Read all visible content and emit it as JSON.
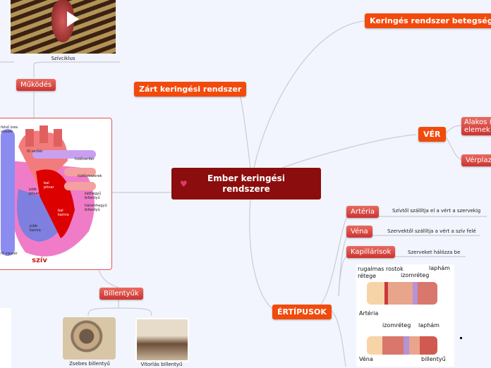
{
  "center": {
    "title": "Ember keringési rendszere",
    "icon": "heart-icon"
  },
  "topics": {
    "betegsegek": "Keringés rendszer betegségei",
    "zart": "Zárt keringési rendszer",
    "ver": "VÉR",
    "ertipusok": "ÉRTÍPUSOK"
  },
  "ver_children": [
    "Alakos ( elemek",
    "Vérplazm"
  ],
  "ertipusok_children": [
    {
      "label": "Artéria",
      "note": "Szívtől szállítja el a vért a szervekig"
    },
    {
      "label": "Véna",
      "note": "Szervektől szállítja a vért a szív felé"
    },
    {
      "label": "Kapillárisok",
      "note": "Szerveket hálózza be"
    }
  ],
  "vessel_image": {
    "artery_labels": [
      "rugalmas rostok rétege",
      "izomréteg",
      "laphám",
      "Artéria"
    ],
    "vein_labels": [
      "izomréteg",
      "laphám",
      "billentyű",
      "Véna"
    ]
  },
  "left": {
    "video_caption": "Szívciklus",
    "mukodes": "Működés",
    "heart_caption": "szív",
    "heart_labels": [
      "felső üres visszér",
      "fő verőér",
      "tüdőverőér",
      "tüdővisszerek",
      "bal pitvar",
      "jobb pitvar",
      "kéthegyű billentyű",
      "háromhegyű billentyű",
      "bal kamra",
      "jobb kamra",
      "fő visszér"
    ],
    "billentyuk": "Billentyűk",
    "valves": [
      "Zsebes billentyű",
      "Vitorlás billentyű"
    ]
  },
  "colors": {
    "center": "#8b0d0d",
    "topic": "#f24a0c",
    "sub": "#d9443f",
    "background": "#f2f5fd"
  }
}
